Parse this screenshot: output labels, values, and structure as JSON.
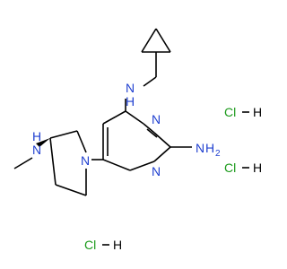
{
  "molecule": {
    "atom_labels": {
      "nh_top": "N",
      "h_top": "H",
      "n_ring_top": "N",
      "n_ring_bottom": "N",
      "nh2_n": "N",
      "nh2_h": "H",
      "nh2_sub": "2",
      "n_pyrrolidine": "N",
      "nh_left_h": "H",
      "nh_left_n": "N"
    },
    "salts": [
      {
        "cl": "Cl",
        "dash": "—",
        "h": "H"
      },
      {
        "cl": "Cl",
        "dash": "—",
        "h": "H"
      },
      {
        "cl": "Cl",
        "dash": "—",
        "h": "H"
      }
    ],
    "colors": {
      "nitrogen": "#2040d0",
      "chlorine": "#1a9a1a",
      "carbon": "#000000"
    }
  }
}
